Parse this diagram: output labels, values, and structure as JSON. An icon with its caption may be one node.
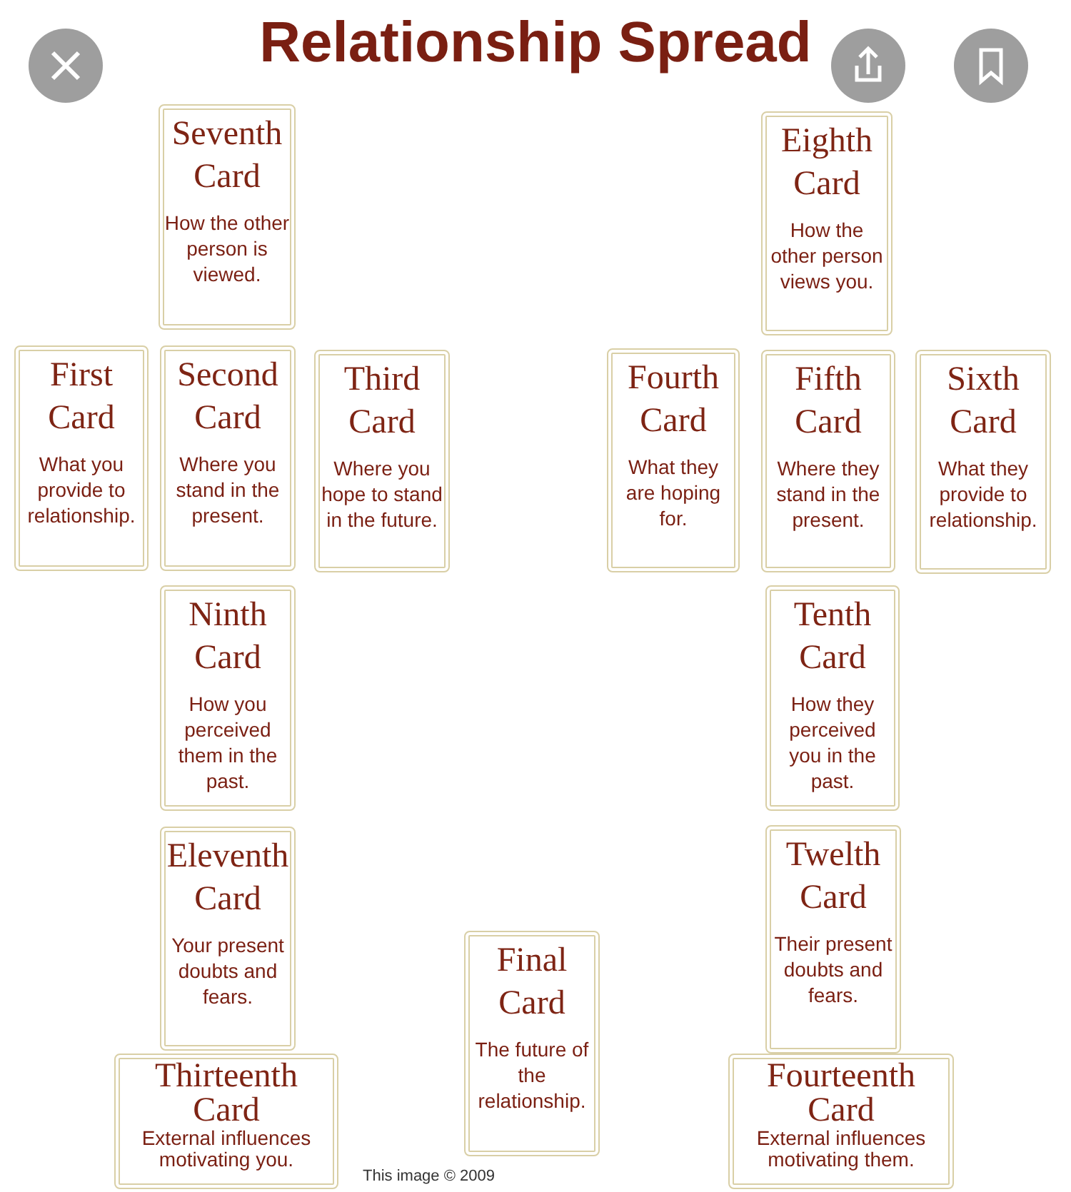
{
  "diagram": {
    "title": "Relationship Spread",
    "nodes": [
      {
        "text": [
          "Seventh Card",
          "How the other person is viewed."
        ]
      },
      {
        "text": [
          "Eighth Card",
          "How the other person views you."
        ]
      },
      {
        "text": [
          "First Card",
          "What you provide to relationship."
        ]
      },
      {
        "text": [
          "Second Card",
          "Where you stand in the present."
        ]
      },
      {
        "text": [
          "Third Card",
          "Where you hope to stand in the future."
        ]
      },
      {
        "text": [
          "Fourth Card",
          "What they are hoping for."
        ]
      },
      {
        "text": [
          "Fifth Card",
          "Where they stand in the present."
        ]
      },
      {
        "text": [
          "Sixth Card",
          "What they provide to relationship."
        ]
      },
      {
        "text": [
          "Ninth Card",
          "How you perceived them in the past."
        ]
      },
      {
        "text": [
          "Tenth Card",
          "How they perceived you in the past."
        ]
      },
      {
        "text": [
          "Eleventh Card",
          "Your present doubts and fears."
        ]
      },
      {
        "text": [
          "Twelth Card",
          "Their present doubts and fears."
        ]
      },
      {
        "text": [
          "Final Card",
          "The future of the relationship."
        ]
      },
      {
        "text": [
          "Thirteenth Card",
          "External influences motivating you."
        ]
      },
      {
        "text": [
          "Fourteenth Card",
          "External influences motivating them."
        ]
      }
    ],
    "labels": [
      "This image © 2009"
    ]
  }
}
